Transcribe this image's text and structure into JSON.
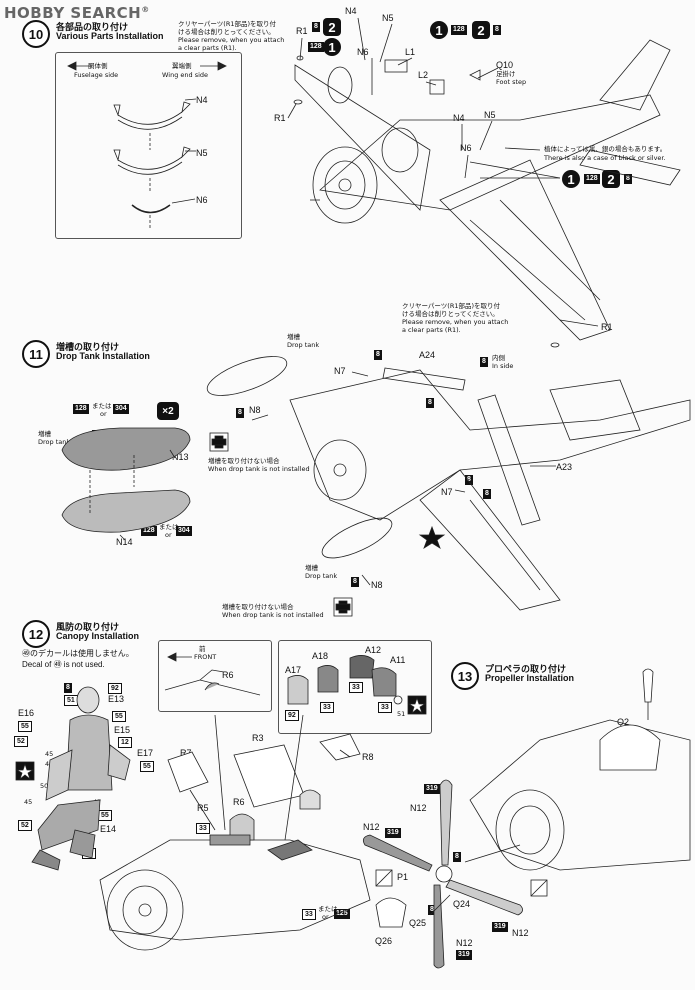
{
  "watermark": {
    "brand": "HOBBY SEARCH",
    "reg": "®"
  },
  "step10": {
    "number": "10",
    "title_jp": "各部品の取り付け",
    "title_en": "Various Parts Installation",
    "fuselage_jp": "胴体側",
    "fuselage_en": "Fuselage side",
    "wing_jp": "翼端側",
    "wing_en": "Wing end side",
    "inset_parts": [
      "N4",
      "N5",
      "N6"
    ],
    "clear_note_jp_1": "クリヤーパーツ(R1部品)を取り付",
    "clear_note_jp_2": "ける場合は削りとってください。",
    "clear_note_en_1": "Please remove, when you attach",
    "clear_note_en_2": "a clear parts (R1).",
    "foot_jp": "足掛け",
    "foot_en": "Foot step",
    "alt_jp": "植体によっては黒、銀の場合もあります。",
    "alt_en": "There is also a case of black or silver.",
    "parts": [
      "R1",
      "N4",
      "N5",
      "N6",
      "L1",
      "L2",
      "Q10",
      "N4",
      "N5",
      "N6",
      "R1",
      "R1"
    ],
    "codes": {
      "c8": "8",
      "c128": "128",
      "c2": "2",
      "c1": "1"
    }
  },
  "step11": {
    "number": "11",
    "title_jp": "増槽の取り付け",
    "title_en": "Drop Tank Installation",
    "x2": "×2",
    "tank_jp": "増槽",
    "tank_en": "Drop tank",
    "or_jp": "または",
    "or_en": "or",
    "c128": "128",
    "c304": "304",
    "c8": "8",
    "parts": {
      "n13": "N13",
      "n14": "N14",
      "n7": "N7",
      "n8": "N8",
      "a24": "A24",
      "a23": "A23"
    },
    "inside_jp": "内側",
    "inside_en": "In side",
    "no_tank_jp": "増槽を取り付けない場合",
    "no_tank_en": "When drop tank is not installed"
  },
  "step12": {
    "number": "12",
    "title_jp": "風防の取り付け",
    "title_en": "Canopy Installation",
    "decal_jp": "㊾のデカールは使用しません。",
    "decal_en": "Decal of ㊾ is not used.",
    "front_jp": "前",
    "front_en": "FRONT",
    "parts": {
      "e13": "E13",
      "e15": "E15",
      "e16": "E16",
      "e17": "E17",
      "e14": "E14",
      "r6": "R6",
      "r7": "R7",
      "r3": "R3",
      "r8": "R8",
      "r5": "R5",
      "a17": "A17",
      "a18": "A18",
      "a12": "A12",
      "a11": "A11"
    },
    "codes": [
      "8",
      "51",
      "52",
      "55",
      "12",
      "45",
      "46",
      "47",
      "48",
      "50",
      "33",
      "125",
      "92"
    ]
  },
  "step13": {
    "number": "13",
    "title_jp": "プロペラの取り付け",
    "title_en": "Propeller Installation",
    "parts": {
      "q2": "Q2",
      "n12": "N12",
      "p1": "P1",
      "q24": "Q24",
      "q25": "Q25",
      "q26": "Q26"
    },
    "codes": {
      "c319": "319",
      "c8": "8"
    }
  }
}
